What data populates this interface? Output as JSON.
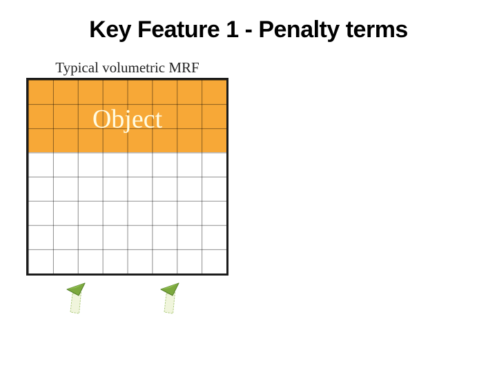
{
  "slide": {
    "title": "Key Feature 1 - Penalty terms",
    "diagram": {
      "label": "Typical volumetric MRF",
      "grid": {
        "rows": 8,
        "cols": 8,
        "object_rows": 3,
        "object_label": "Object"
      },
      "markers": [
        {
          "icon": "green-up-arrow"
        },
        {
          "icon": "green-up-arrow"
        }
      ]
    },
    "colors": {
      "object_fill": "#F7A837",
      "cell_fill": "#FFFFFF",
      "grid_line": "rgba(0,0,0,0.45)",
      "grid_border": "#1b1b1b",
      "title_color": "#000000",
      "label_color": "#1F1F1F",
      "object_text": "#FFFCE3",
      "arrow_head": "#7CA93E",
      "arrow_body": "#F0F5DC"
    }
  }
}
